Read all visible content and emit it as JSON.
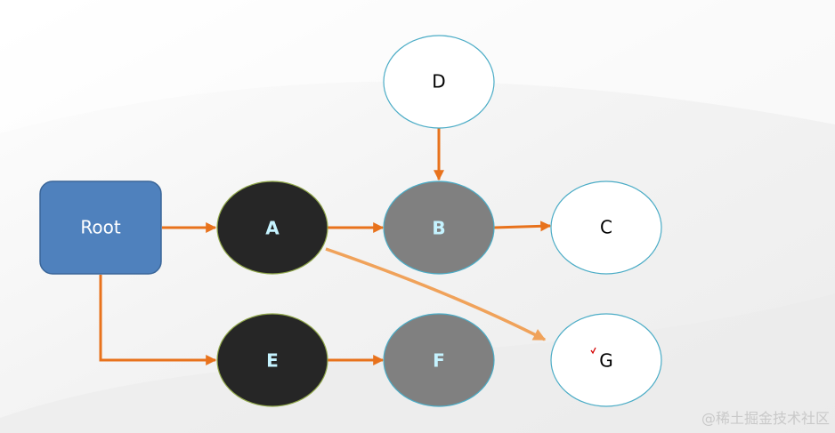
{
  "nodes": {
    "root": {
      "label": "Root"
    },
    "a": {
      "label": "A"
    },
    "b": {
      "label": "B"
    },
    "c": {
      "label": "C"
    },
    "d": {
      "label": "D"
    },
    "e": {
      "label": "E"
    },
    "f": {
      "label": "F"
    },
    "g": {
      "label": "G"
    }
  },
  "colors": {
    "arrow": "#e8721c",
    "arrow_light": "#f0a25a",
    "root_fill": "#4f81bd",
    "dark_fill": "#262626",
    "gray_fill": "#808080",
    "white_fill": "#ffffff",
    "outline": "#4bacc6",
    "light_text": "#c5f3ff"
  },
  "watermark": "@稀土掘金技术社区"
}
